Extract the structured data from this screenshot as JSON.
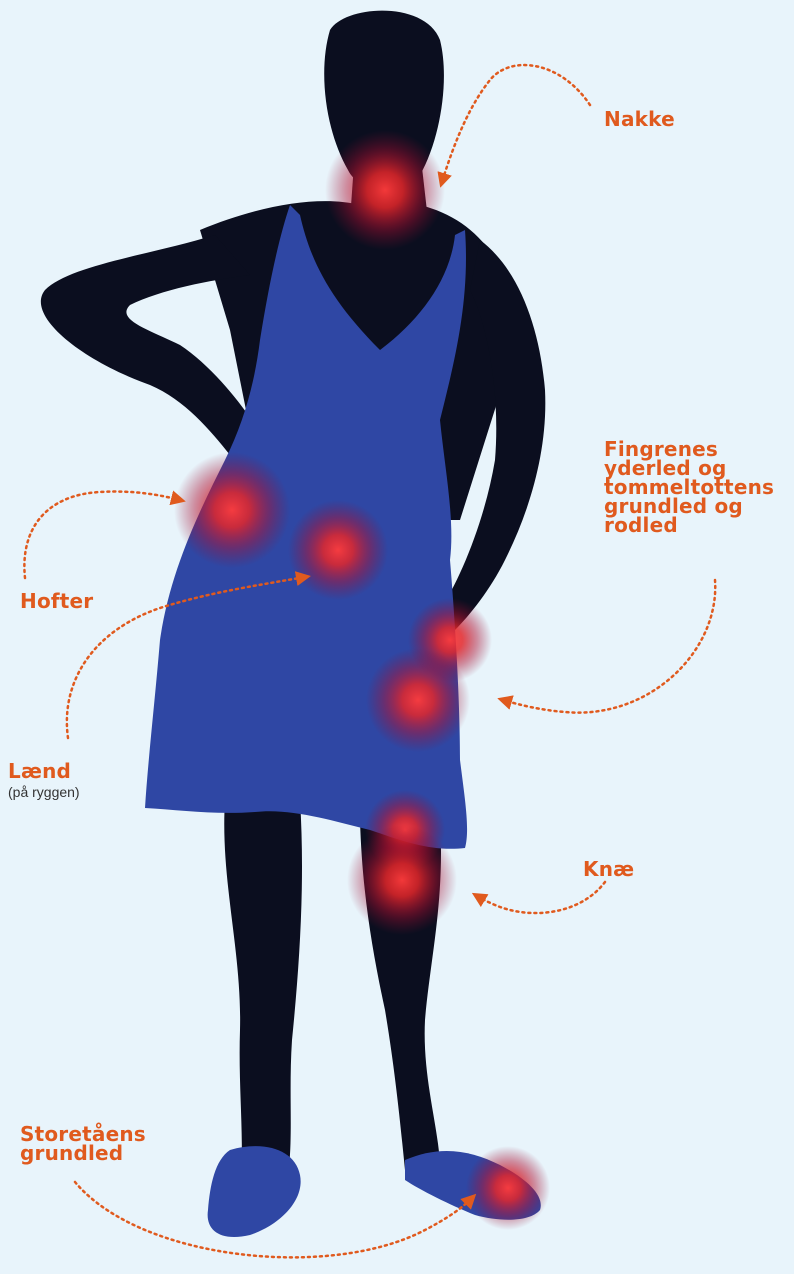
{
  "colors": {
    "background": "#e8f4fb",
    "silhouette": "#0b0e1f",
    "dress": "#2f47a4",
    "hotspot": "#ff2a2a",
    "label": "#e05a1e",
    "arrow": "#e05a1e"
  },
  "labels": {
    "nakke": "Nakke",
    "fingrenes": "Fingrenes\nyderled og\ntommeltottens\ngrundled og\nrodled",
    "hofter": "Hofter",
    "laend": "Lænd",
    "laend_sub": "(på ryggen)",
    "knae": "Knæ",
    "storetaen": "Storetåens\ngrundled"
  }
}
